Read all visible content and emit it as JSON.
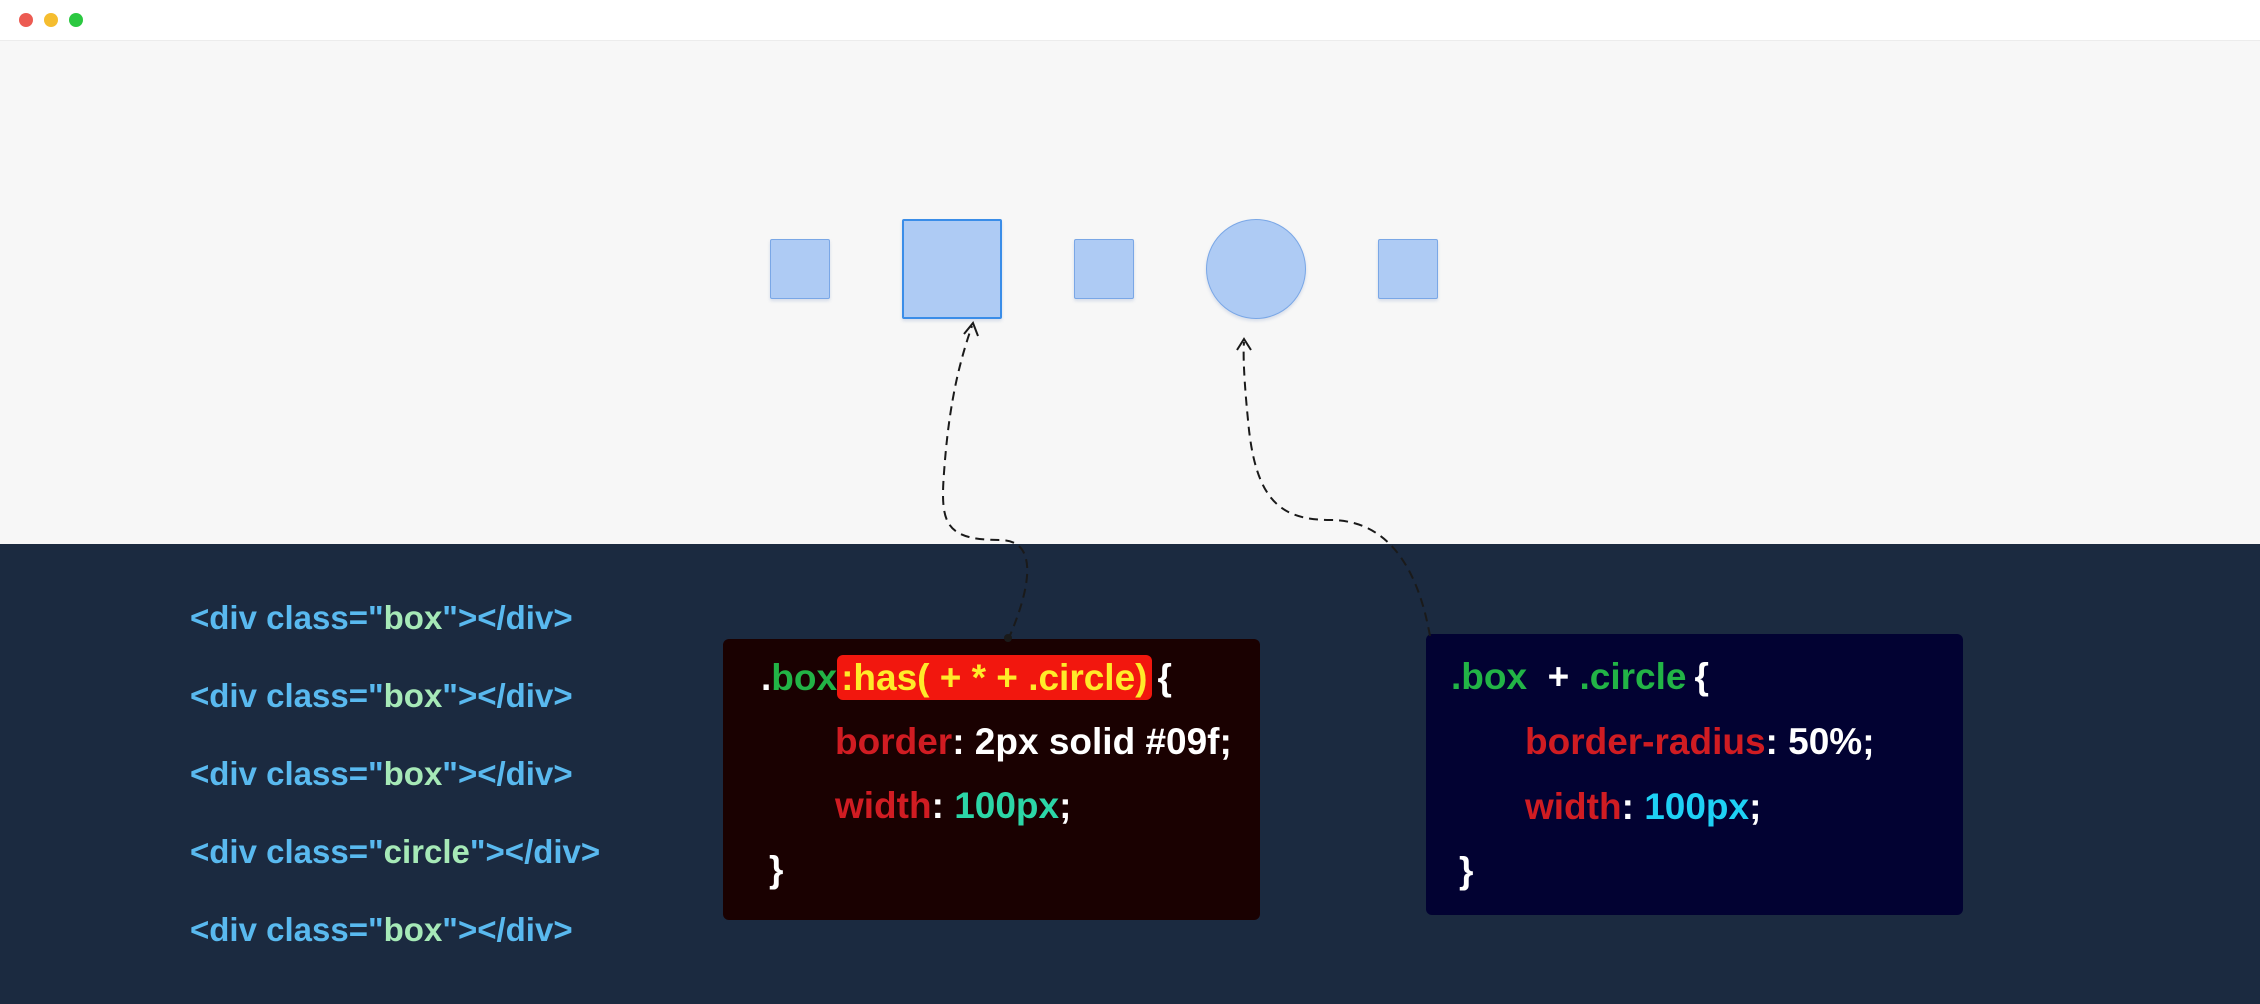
{
  "colors": {
    "panel_bg": "#1b2a40",
    "shape_fill": "#aecbf4",
    "shape_border": "#7aa7e6",
    "dot_red": "#ec5b52",
    "dot_yellow": "#f5bd2f",
    "dot_green": "#2bc840",
    "markup_blue": "#59b9ef",
    "markup_green": "#a6e9b7",
    "card_left_bg": "#1a0101",
    "card_right_bg": "#020232",
    "selector_green": "#22b446",
    "prop_red": "#d01c22",
    "value_white": "#ffffff",
    "value_teal": "#2cd6a7",
    "value_cyan": "#1ed1f5",
    "highlight_red": "#f2170e",
    "highlight_text": "#ffeb29"
  },
  "markup": [
    {
      "open": "<div class=\"",
      "cls": "box",
      "close": "\"></div>"
    },
    {
      "open": "<div class=\"",
      "cls": "box",
      "close": "\"></div>"
    },
    {
      "open": "<div class=\"",
      "cls": "box",
      "close": "\"></div>"
    },
    {
      "open": "<div class=\"",
      "cls": "circle",
      "close": "\"></div>"
    },
    {
      "open": "<div class=\"",
      "cls": "box",
      "close": "\"></div>"
    }
  ],
  "rule_left": {
    "dot": ".",
    "selector": "box",
    "pseudo": ":has( + * + .circle)",
    "brace_open": "{",
    "prop1": "border",
    "colon1": ":",
    "val1": "2px solid #09f;",
    "prop2": "width",
    "colon2": ":",
    "val2": "100px",
    "semi2": ";",
    "brace_close": "}"
  },
  "rule_right": {
    "selector": ".box",
    "combinator": "+",
    "selector2": ".circle",
    "brace_open": "{",
    "prop1": "border-radius",
    "colon1": ":",
    "val1": "50%;",
    "prop2": "width",
    "colon2": ":",
    "val2": "100px",
    "semi2": ";",
    "brace_close": "}"
  }
}
